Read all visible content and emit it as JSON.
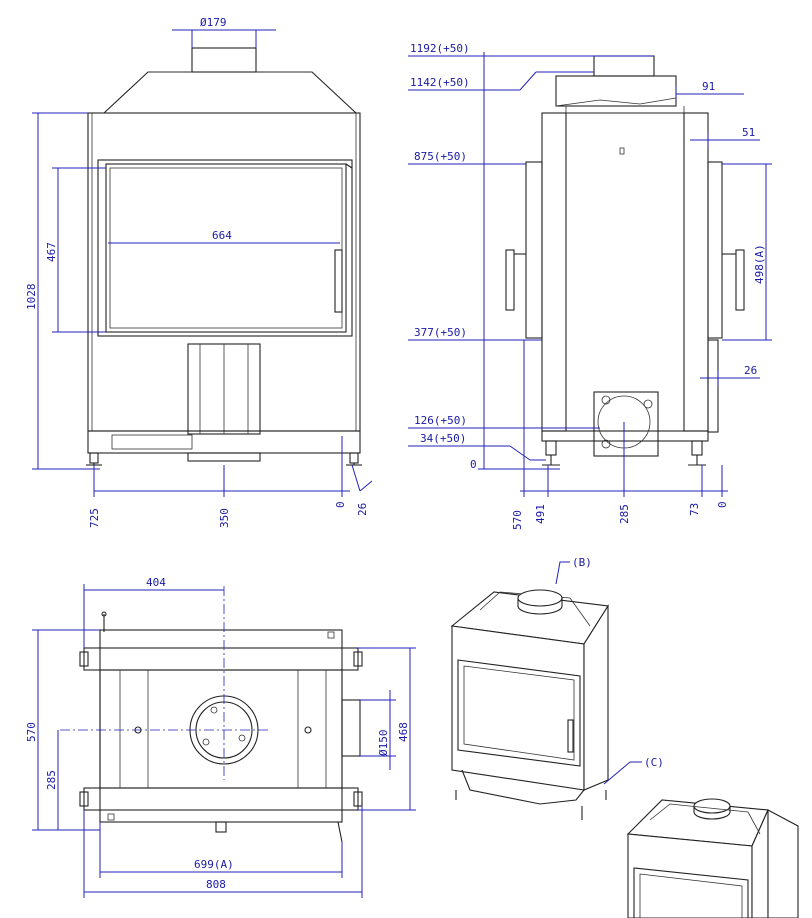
{
  "front_view": {
    "flue_diameter": "Ø179",
    "height_total": "1028",
    "glass_height": "467",
    "glass_width": "664",
    "base_left": "725",
    "base_center": "350",
    "base_zero": "0",
    "base_right": "26"
  },
  "side_view": {
    "level_1192": "1192(+50)",
    "level_1142": "1142(+50)",
    "level_875": "875(+50)",
    "level_377": "377(+50)",
    "level_126": "126(+50)",
    "level_34": "34(+50)",
    "level_0": "0",
    "offset_91": "91",
    "offset_51": "51",
    "door_498": "498(A)",
    "offset_26": "26",
    "base_570": "570",
    "base_491": "491",
    "base_285": "285",
    "base_73": "73",
    "base_zero": "0"
  },
  "top_view": {
    "half_width": "404",
    "depth": "570",
    "half_depth": "285",
    "air_diameter": "Ø150",
    "inner_depth": "468",
    "inner_width": "699(A)",
    "total_width": "808"
  },
  "iso_view": {
    "callout_b": "(B)",
    "callout_c": "(C)"
  },
  "colors": {
    "dimension": "#2222bb",
    "object": "#222222"
  }
}
